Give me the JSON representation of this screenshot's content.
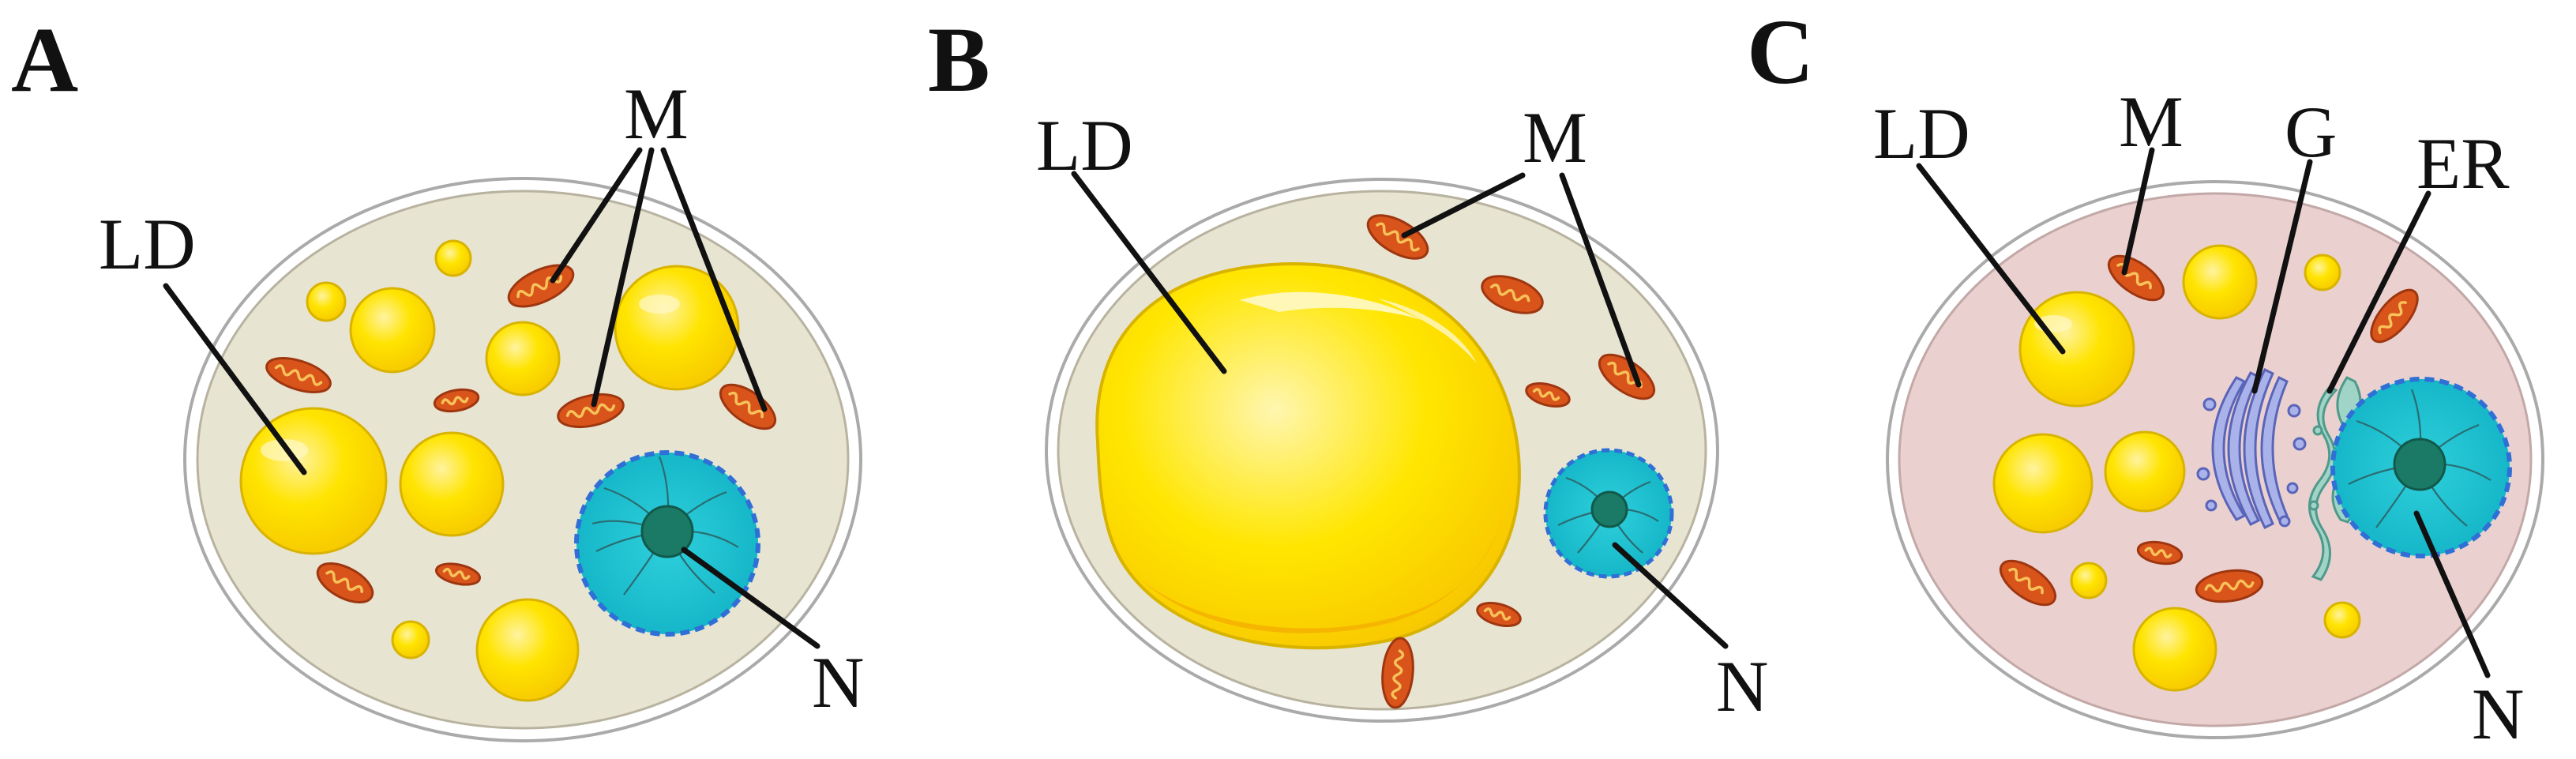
{
  "panels": [
    {
      "letter": "A",
      "labels": {
        "lipid_droplet": "LD",
        "mitochondria": "M",
        "nucleus": "N"
      }
    },
    {
      "letter": "B",
      "labels": {
        "lipid_droplet": "LD",
        "mitochondria": "M",
        "nucleus": "N"
      }
    },
    {
      "letter": "C",
      "labels": {
        "lipid_droplet": "LD",
        "mitochondria": "M",
        "golgi": "G",
        "endoplasmic_reticulum": "ER",
        "nucleus": "N"
      }
    }
  ],
  "colors": {
    "cytoplasm_a_b": "#e8e4d2",
    "cytoplasm_c": "#ead1d0",
    "lipid_droplet": "#ffe000",
    "mitochondrion": "#d9541a",
    "nucleus": "#1fc3d1",
    "nucleolus": "#1a7a66",
    "golgi": "#a9b3ea",
    "endoplasmic_reticulum": "#9fd4c6"
  }
}
